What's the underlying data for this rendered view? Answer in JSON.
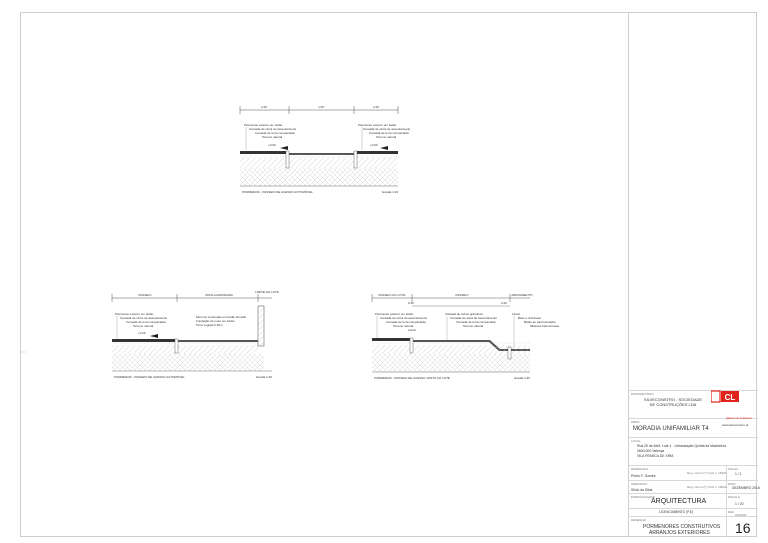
{
  "detail1": {
    "dims": [
      "2.00",
      "1.00",
      "2.00"
    ],
    "left_labels": [
      "Pavimento exterior em betão",
      "Camada de cinza de assentamento",
      "Camada de terra compactada",
      "Terreno natural"
    ],
    "right_labels": [
      "Pavimento exterior em betão",
      "Camada de cinza de assentamento",
      "Camada de terra compactada",
      "Terreno natural"
    ],
    "left_level": "+0.00",
    "right_level": "+0.00",
    "title": "PORMENOR - PASSEIO DE ACESSO AUTOMÓVEL",
    "scale": "Escala 1:20"
  },
  "detail2": {
    "top_labels": [
      "PASSEIO",
      "ZONA AJARDINADA",
      "LIMITE DO LOTE"
    ],
    "left_labels": [
      "Pavimento exterior em betão",
      "Camada de cinza de assentamento",
      "Camada de terra compactada",
      "Terreno natural"
    ],
    "right_labels": [
      "Muro de contenção em betão armado",
      "Fundação do muro em betão",
      "Terra vegetal 0.30m"
    ],
    "level": "+0.20",
    "title": "PORMENOR - PASSEIO DE ACESSO AUTOMÓVEL",
    "scale": "Escala 1:20"
  },
  "detail3": {
    "top_labels": [
      "PASSEIO DO LOTE",
      "PASSEIO",
      "ARRUAMENTO"
    ],
    "sub_labels": [
      "0.20",
      "0.20"
    ],
    "left_labels": [
      "Pavimento exterior em betão",
      "Camada de cinza de assentamento",
      "Camada de terra compactada",
      "Terreno natural",
      "Lancil"
    ],
    "mid_labels": [
      "Calçada de cubos graníticos",
      "Camada de areia de assentamento",
      "Camada de terra compactada",
      "Terreno natural"
    ],
    "right_labels": [
      "Lancil",
      "Base e Sub-base",
      "Betão de pavimentação",
      "Misturas betuminosas"
    ],
    "title": "PORMENOR - PASSEIO DE ACESSO JUNTO AO LOTE",
    "scale": "Escala 1:20"
  },
  "titleblock": {
    "owner_label": "PROPRIETÁRIO",
    "owner": "SILVECONSTRO - SOCIEDADE DE CONSTRUÇÕES LDA",
    "logo_text": "CL",
    "logo_sub": "gabinete de arquitetura",
    "email": "www.silveconstro.pt",
    "obra_label": "OBRA",
    "obra": "MORADIA UNIFAMILIAR T4",
    "local_label": "LOCAL",
    "local_lines": [
      "Rua 25 de Abril, Lote 1 - Urbanização Quinta da Macheiera",
      "2600-000 Valença",
      "VILA FRANCA DE XIRA"
    ],
    "desenhou_label": "DESENHOU",
    "desenhou": "Pedro F. Gomes",
    "desenhou_reg": "Reg. na O.A.(*) Civil n. 15421",
    "folha_label": "FOLHA",
    "folha": "1 / 1",
    "verificou_label": "VERIFICOU",
    "verificou": "Sílvio da Silva",
    "verificou_reg": "Reg. na O.A.(*) Civil n. 16002",
    "data_label": "DATA",
    "data": "DEZEMBRO 2016",
    "especialidade_label": "ESPECIALIDADE",
    "especialidade": "ARQUITECTURA",
    "escala_label": "ESCALA",
    "escala": "1 / 20",
    "fase_label": "FASE",
    "fase": "LICENCIAMENTO (P.E)",
    "ref_label": "REF.",
    "ref": "ARQ/PE",
    "titulo_label": "DESENHO",
    "titulo_lines": [
      "PORMENORES CONSTRUTIVOS",
      "ARRANJOS EXTERIORES"
    ],
    "numero": "16",
    "accent_color": "#e2231a"
  }
}
